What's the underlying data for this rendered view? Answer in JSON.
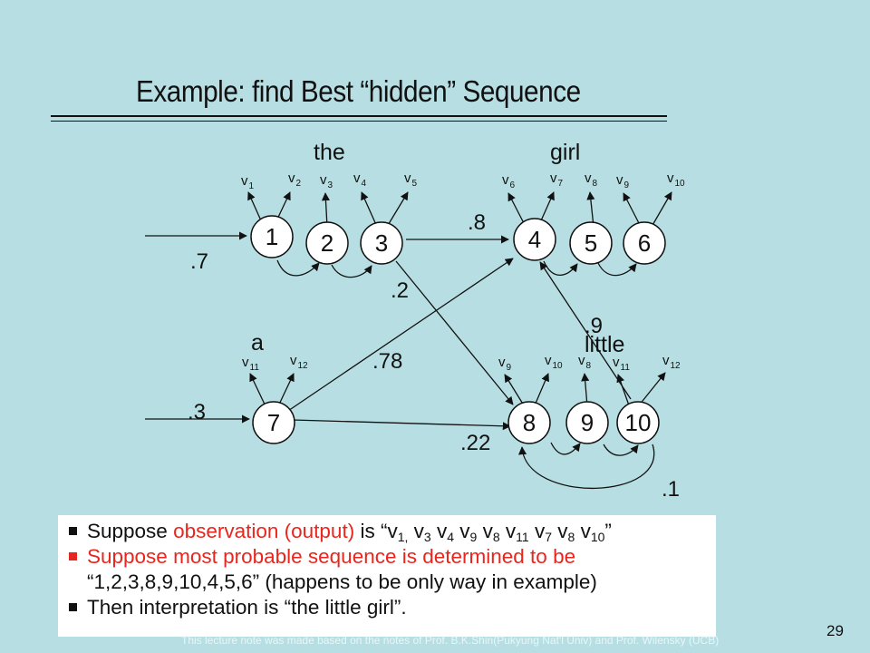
{
  "title": "Example: find Best “hidden” Sequence",
  "diagram": {
    "words": {
      "the": "the",
      "girl": "girl",
      "a": "a",
      "little": "little"
    },
    "nodes": [
      "1",
      "2",
      "3",
      "4",
      "5",
      "6",
      "7",
      "8",
      "9",
      "10"
    ],
    "probs": {
      "p07": ".7",
      "p03": ".3",
      "p08": ".8",
      "p02": ".2",
      "p078": ".78",
      "p022": ".22",
      "p09": ".9",
      "p01": ".1"
    },
    "obs_the": [
      "v1",
      "v2",
      "v3",
      "v4",
      "v5"
    ],
    "obs_girl": [
      "v6",
      "v7",
      "v8",
      "v9",
      "v10"
    ],
    "obs_a": [
      "v11",
      "v12"
    ],
    "obs_little": [
      "v9",
      "v10",
      "v8",
      "v11",
      "v12"
    ]
  },
  "bullets": {
    "b1_pre": "Suppose ",
    "b1_red": "observation (output)",
    "b1_post": " is “",
    "b1_seq": [
      {
        "v": "v",
        "s": "1,"
      },
      {
        "v": " v",
        "s": "3"
      },
      {
        "v": " v",
        "s": "4"
      },
      {
        "v": " v",
        "s": "9"
      },
      {
        "v": " v",
        "s": "8"
      },
      {
        "v": " v",
        "s": "11"
      },
      {
        "v": " v",
        "s": "7"
      },
      {
        "v": " v",
        "s": "8"
      },
      {
        "v": " v",
        "s": "10"
      }
    ],
    "b1_end": "”",
    "b2_red": "Suppose most probable sequence is determined to be",
    "b2_cont": "“1,2,3,8,9,10,4,5,6” (happens to be only way in example)",
    "b3": "Then interpretation is “the little girl”."
  },
  "footer": "This lecture note was made based on the notes of Prof. B.K.Shin(Pukyung Nat'l Univ) and Prof. Wilensky (UCB)",
  "page_number": "29"
}
